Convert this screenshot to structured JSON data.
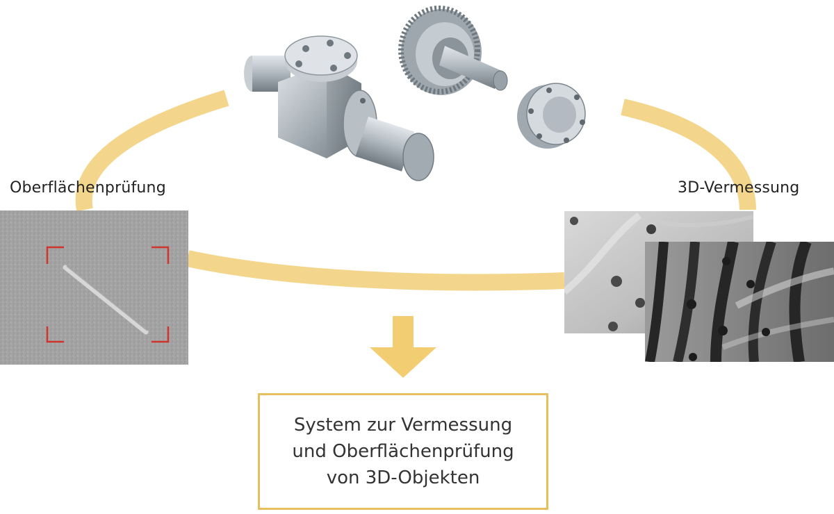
{
  "colors": {
    "ring": "#f3d68b",
    "arrow": "#f2cd72",
    "box_border": "#e7bf5f",
    "frame_marker": "#d0352b",
    "text": "#333333"
  },
  "labels": {
    "left": "Oberflächenprüfung",
    "right": "3D-Vermessung"
  },
  "result": {
    "line1": "System zur Vermessung",
    "line2": "und Oberflächenprüfung",
    "line3": "von 3D-Objekten"
  },
  "images": {
    "top": [
      "pipe-valve-part",
      "gear-shaft-part",
      "flange-part"
    ],
    "left": "surface-scratch-image",
    "right": [
      "stripe-projection-image-1",
      "stripe-projection-image-2"
    ]
  }
}
